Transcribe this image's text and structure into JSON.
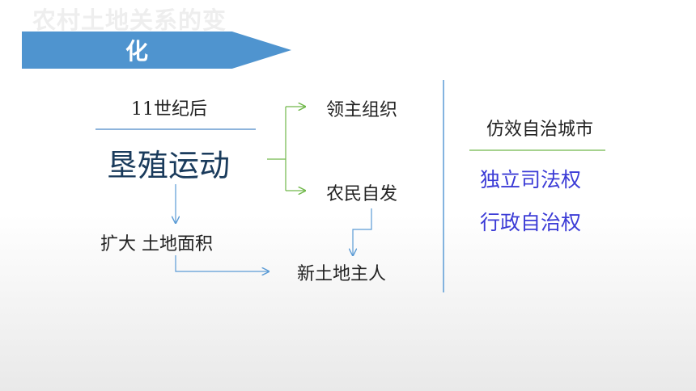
{
  "title": {
    "ghost_text": "农村土地关系的变",
    "banner_text": "化"
  },
  "diagram": {
    "period": "11世纪后",
    "movement": "垦殖运动",
    "organized_by_lords": "领主组织",
    "farmers_spontaneous": "农民自发",
    "expand_land": "扩大  土地面积",
    "new_landowners": "新土地主人"
  },
  "city": {
    "heading": "仿效自治城市",
    "rights": [
      "独立司法权",
      "行政自治权"
    ]
  },
  "colors": {
    "banner": "#4f94cf",
    "connector_green": "#70b84a",
    "connector_blue": "#5b9bd5",
    "divider": "#5b9bd5",
    "rights_text": "#3b3bd6"
  }
}
